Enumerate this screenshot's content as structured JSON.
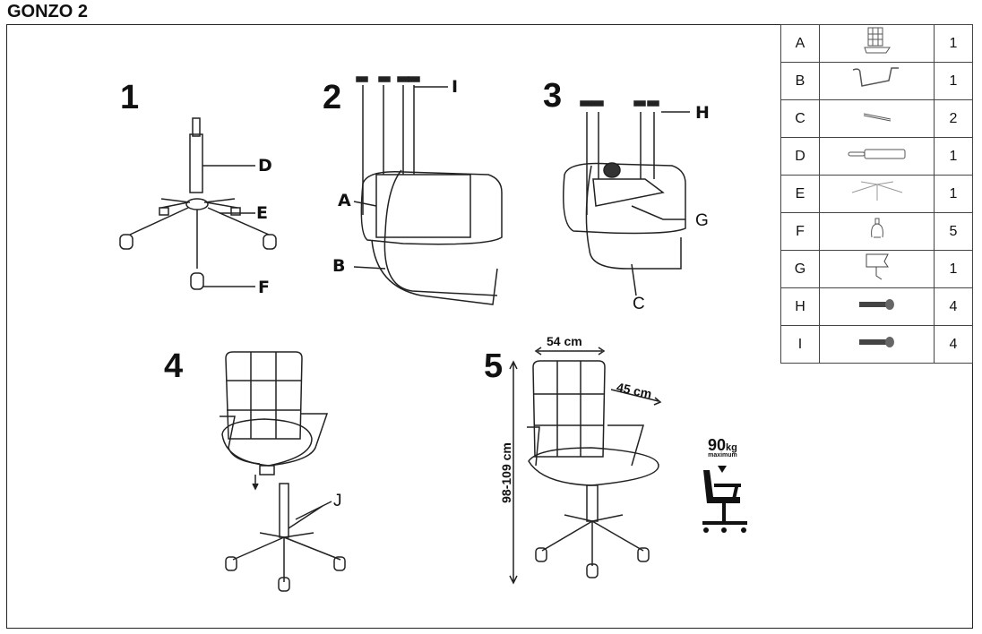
{
  "title": "GONZO 2",
  "steps": [
    "1",
    "2",
    "3",
    "4",
    "5"
  ],
  "labels": {
    "A": "A",
    "B": "B",
    "C": "C",
    "D": "D",
    "E": "E",
    "F": "F",
    "G": "G",
    "H": "H",
    "I": "I",
    "J": "J"
  },
  "dimensions": {
    "width": "54 cm",
    "depth": "45 cm",
    "height": "98-109 cm"
  },
  "weight": {
    "value": "90",
    "unit": "kg",
    "note": "maximum"
  },
  "parts": [
    {
      "letter": "A",
      "icon": "seat-backrest-icon",
      "qty": "1"
    },
    {
      "letter": "B",
      "icon": "armrest-frame-icon",
      "qty": "1"
    },
    {
      "letter": "C",
      "icon": "bar-icon",
      "qty": "2"
    },
    {
      "letter": "D",
      "icon": "gas-lift-icon",
      "qty": "1"
    },
    {
      "letter": "E",
      "icon": "star-base-icon",
      "qty": "1"
    },
    {
      "letter": "F",
      "icon": "caster-icon",
      "qty": "5"
    },
    {
      "letter": "G",
      "icon": "mechanism-icon",
      "qty": "1"
    },
    {
      "letter": "H",
      "icon": "bolt-icon",
      "qty": "4"
    },
    {
      "letter": "I",
      "icon": "bolt-icon",
      "qty": "4"
    }
  ]
}
